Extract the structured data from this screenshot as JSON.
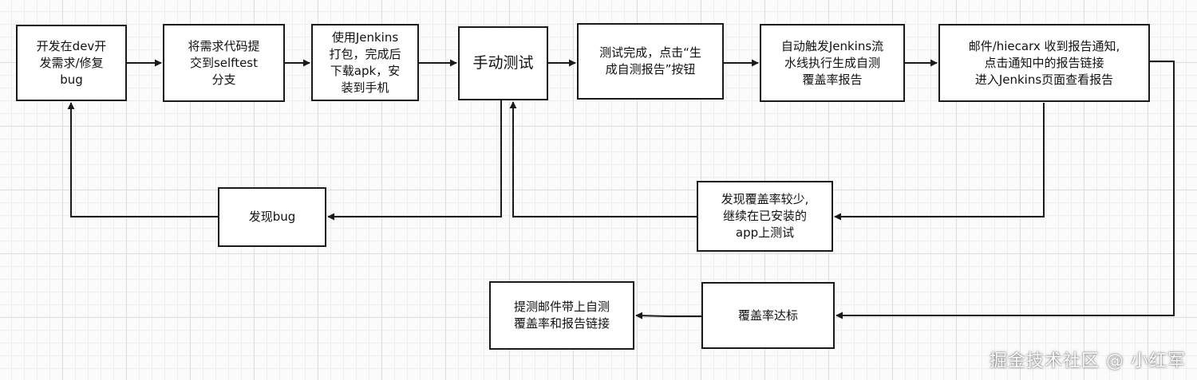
{
  "nodes": {
    "dev": "开发在dev开\n发需求/修复\nbug",
    "commit": "将需求代码提\n交到selftest\n分支",
    "build": "使用Jenkins\n打包，完成后\n下载apk，安\n装到手机",
    "manual_test": "手动测试",
    "test_done": "测试完成，点击“生\n成自测报告”按钮",
    "auto_trigger": "自动触发Jenkins流\n水线执行生成自测\n覆盖率报告",
    "notify": "邮件/hiecarx 收到报告通知,\n点击通知中的报告链接\n进入Jenkins页面查看报告",
    "bug_found": "发现bug",
    "low_coverage": "发现覆盖率较少,\n继续在已安装的\napp上测试",
    "coverage_ok": "覆盖率达标",
    "submit": "提测邮件带上自测\n覆盖率和报告链接"
  },
  "watermark": "掘金技术社区 @ 小红军",
  "colors": {
    "line": "#1a1a1a",
    "box_border": "#1a1a1a",
    "box_fill": "#ffffff"
  }
}
